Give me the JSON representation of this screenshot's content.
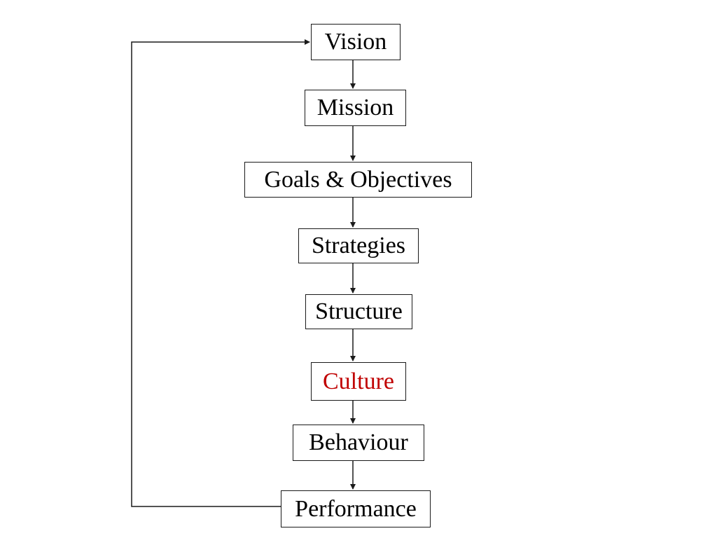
{
  "diagram": {
    "nodes": [
      {
        "id": "vision",
        "label": "Vision",
        "color": "#000000"
      },
      {
        "id": "mission",
        "label": "Mission",
        "color": "#000000"
      },
      {
        "id": "goals-objectives",
        "label": "Goals & Objectives",
        "color": "#000000"
      },
      {
        "id": "strategies",
        "label": "Strategies",
        "color": "#000000"
      },
      {
        "id": "structure",
        "label": "Structure",
        "color": "#000000"
      },
      {
        "id": "culture",
        "label": "Culture",
        "color": "#c00000"
      },
      {
        "id": "behaviour",
        "label": "Behaviour",
        "color": "#000000"
      },
      {
        "id": "performance",
        "label": "Performance",
        "color": "#000000"
      }
    ],
    "edges": [
      {
        "from": "vision",
        "to": "mission"
      },
      {
        "from": "mission",
        "to": "goals-objectives"
      },
      {
        "from": "goals-objectives",
        "to": "strategies"
      },
      {
        "from": "strategies",
        "to": "structure"
      },
      {
        "from": "structure",
        "to": "culture"
      },
      {
        "from": "culture",
        "to": "behaviour"
      },
      {
        "from": "behaviour",
        "to": "performance"
      },
      {
        "from": "performance",
        "to": "vision",
        "kind": "feedback-loop"
      }
    ]
  }
}
